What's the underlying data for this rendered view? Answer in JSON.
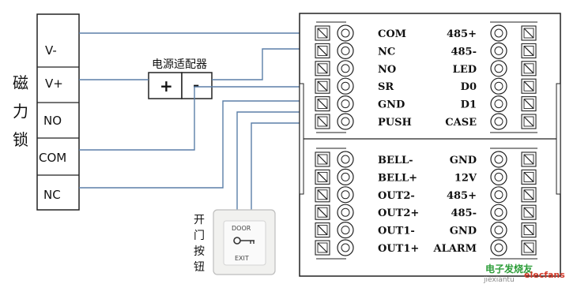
{
  "lock": {
    "title_chars": [
      "磁",
      "力",
      "锁"
    ],
    "terminals": [
      "V-",
      "V+",
      "NO",
      "COM",
      "NC"
    ]
  },
  "power_adapter": {
    "title": "电源适配器",
    "plus": "+",
    "minus": "-"
  },
  "exit_button": {
    "title_chars": [
      "开",
      "门",
      "按",
      "钮"
    ],
    "top_text": "DOOR",
    "bottom_text": "EXIT"
  },
  "controller": {
    "left_top": [
      "COM",
      "NC",
      "NO",
      "SR",
      "GND",
      "PUSH"
    ],
    "right_top": [
      "485+",
      "485-",
      "LED",
      "D0",
      "D1",
      "CASE"
    ],
    "left_bottom": [
      "BELL-",
      "BELL+",
      "OUT2-",
      "OUT2+",
      "OUT1-",
      "OUT1+"
    ],
    "right_bottom": [
      "GND",
      "12V",
      "485+",
      "485-",
      "GND",
      "ALARM"
    ]
  },
  "watermark": {
    "text": "电子发烧友",
    "sub": "jiexiantu",
    "site": "elecfans"
  },
  "colors": {
    "wire": "#5b7fa8",
    "outline": "#222222",
    "watermark_green": "#2e9e3a",
    "watermark_red": "#d23a2a"
  }
}
